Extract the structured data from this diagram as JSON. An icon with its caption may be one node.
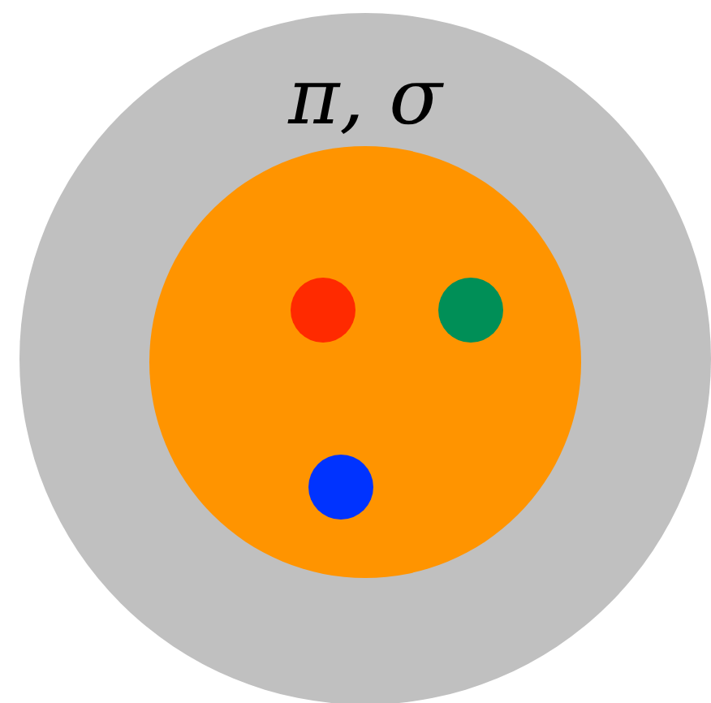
{
  "diagram": {
    "nodes": [
      {
        "text": [
          "π, σ"
        ]
      },
      {
        "text": [],
        "shape": "circle",
        "in": 0
      },
      {
        "text": [],
        "shape": "circle",
        "in": 1
      },
      {
        "text": [],
        "shape": "circle",
        "in": 1
      },
      {
        "text": [],
        "shape": "circle",
        "in": 1
      }
    ],
    "edges": []
  }
}
